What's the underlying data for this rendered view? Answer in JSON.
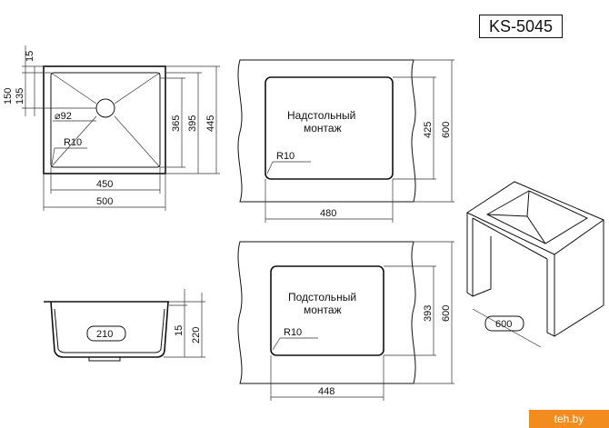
{
  "model": "KS-5045",
  "watermark": "teh.by",
  "top_view": {
    "dims": {
      "top_margin": "15",
      "drain_offset_outer": "150",
      "drain_offset_inner": "135",
      "drain_diameter": "⌀92",
      "inner_radius": "R10",
      "inner_width": "450",
      "outer_width": "500",
      "inner_height": "365",
      "mid_height": "395",
      "outer_height": "445"
    }
  },
  "side_view": {
    "dims": {
      "depth": "210",
      "rim": "15",
      "total_height": "220"
    }
  },
  "top_mount": {
    "title_line1": "Надстольный",
    "title_line2": "монтаж",
    "radius": "R10",
    "cut_width": "480",
    "cut_height": "425",
    "cabinet_depth": "600"
  },
  "under_mount": {
    "title_line1": "Подстольный",
    "title_line2": "монтаж",
    "radius": "R10",
    "cut_width": "448",
    "cut_height": "393",
    "cabinet_depth": "600"
  },
  "cabinet": {
    "width": "600"
  },
  "colors": {
    "line": "#111111",
    "watermark_bg": "#f28c1e"
  }
}
